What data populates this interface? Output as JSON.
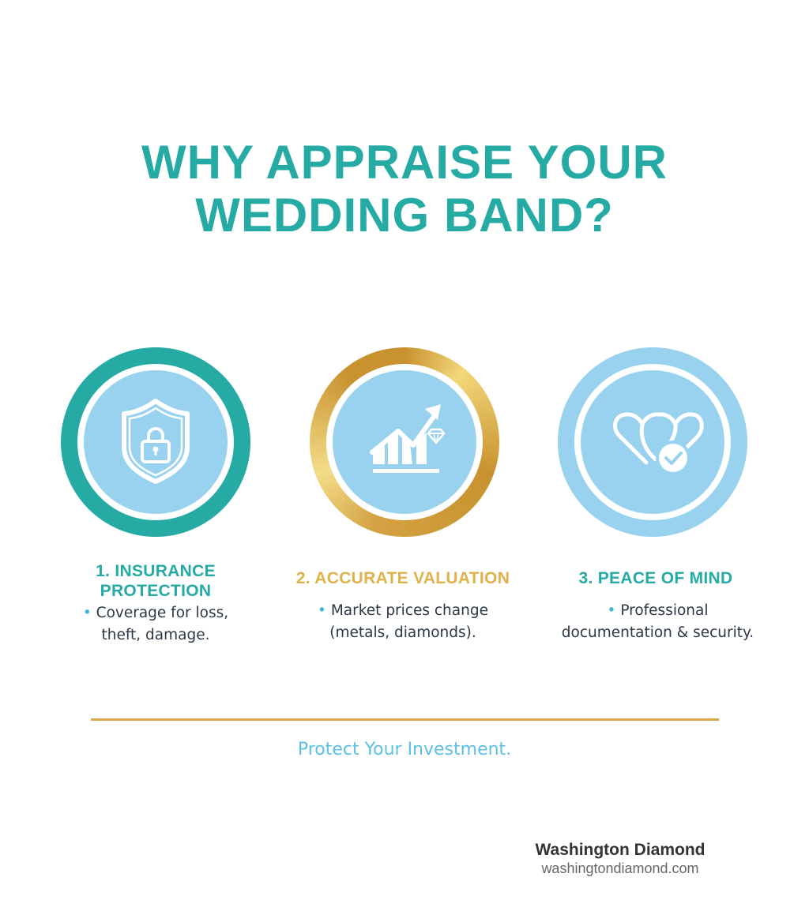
{
  "title": {
    "line1": "WHY APPRAISE YOUR",
    "line2": "WEDDING BAND?"
  },
  "colors": {
    "teal": "#25aaa4",
    "gold": "#d9a84a",
    "light_blue": "#98d2ee",
    "text_dark": "#2c3845",
    "tagline_blue": "#5cc0e4"
  },
  "reasons": [
    {
      "icon": "shield-lock-icon",
      "heading_line1": "1. INSURANCE",
      "heading_line2": "PROTECTION",
      "bullet": "•",
      "desc_line1": "Coverage for loss,",
      "desc_line2": "theft, damage."
    },
    {
      "icon": "growth-chart-diamond-icon",
      "heading": "2. ACCURATE VALUATION",
      "bullet": "•",
      "desc_line1": "Market prices change",
      "desc_line2": "(metals, diamonds)."
    },
    {
      "icon": "hearts-check-icon",
      "heading": "3. PEACE OF MIND",
      "bullet": "•",
      "desc_line1": "Professional",
      "desc_line2": "documentation & security."
    }
  ],
  "tagline": "Protect Your Investment.",
  "footer": {
    "brand": "Washington Diamond",
    "url": "washingtondiamond.com"
  }
}
